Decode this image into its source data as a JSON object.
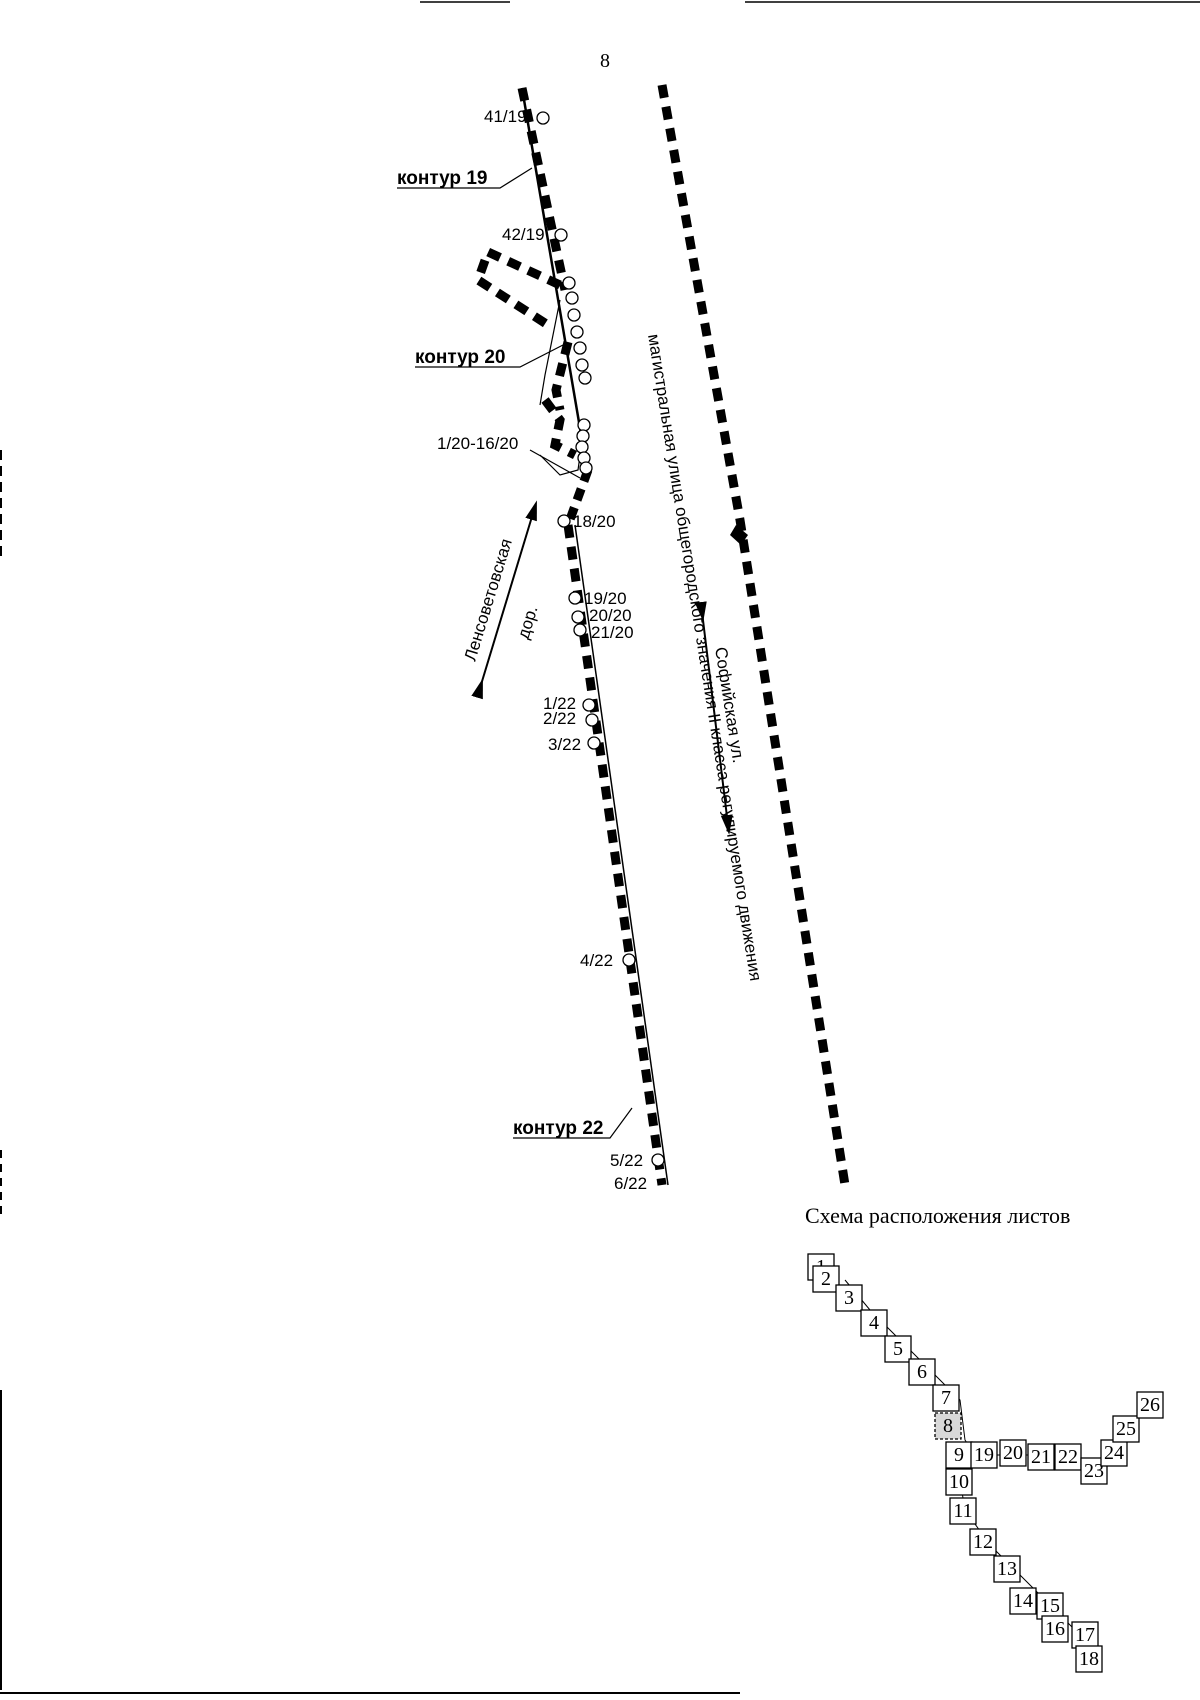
{
  "page_number": "8",
  "contours": {
    "c19": "контур 19",
    "c20": "контур 20",
    "c22": "контур 22"
  },
  "points": {
    "p41_19": "41/19",
    "p42_19": "42/19",
    "p1_16_20": "1/20-16/20",
    "p18_20": "18/20",
    "p19_20": "19/20",
    "p20_20": "20/20",
    "p21_20": "21/20",
    "p1_22": "1/22",
    "p2_22": "2/22",
    "p3_22": "3/22",
    "p4_22": "4/22",
    "p5_22": "5/22",
    "p6_22": "6/22"
  },
  "streets": {
    "lensovet_line1": "Ленсоветовская",
    "lensovet_line2": "дор.",
    "sofia": "Софийская ул.",
    "magistral": "магистральная улица общегородского значения II класса регулируемого движения"
  },
  "sheet_scheme": {
    "title": "Схема расположения листов",
    "sheets": [
      "1",
      "2",
      "3",
      "4",
      "5",
      "6",
      "7",
      "8",
      "9",
      "10",
      "11",
      "12",
      "13",
      "14",
      "15",
      "16",
      "17",
      "18",
      "19",
      "20",
      "21",
      "22",
      "23",
      "24",
      "25",
      "26"
    ],
    "current": "8"
  }
}
